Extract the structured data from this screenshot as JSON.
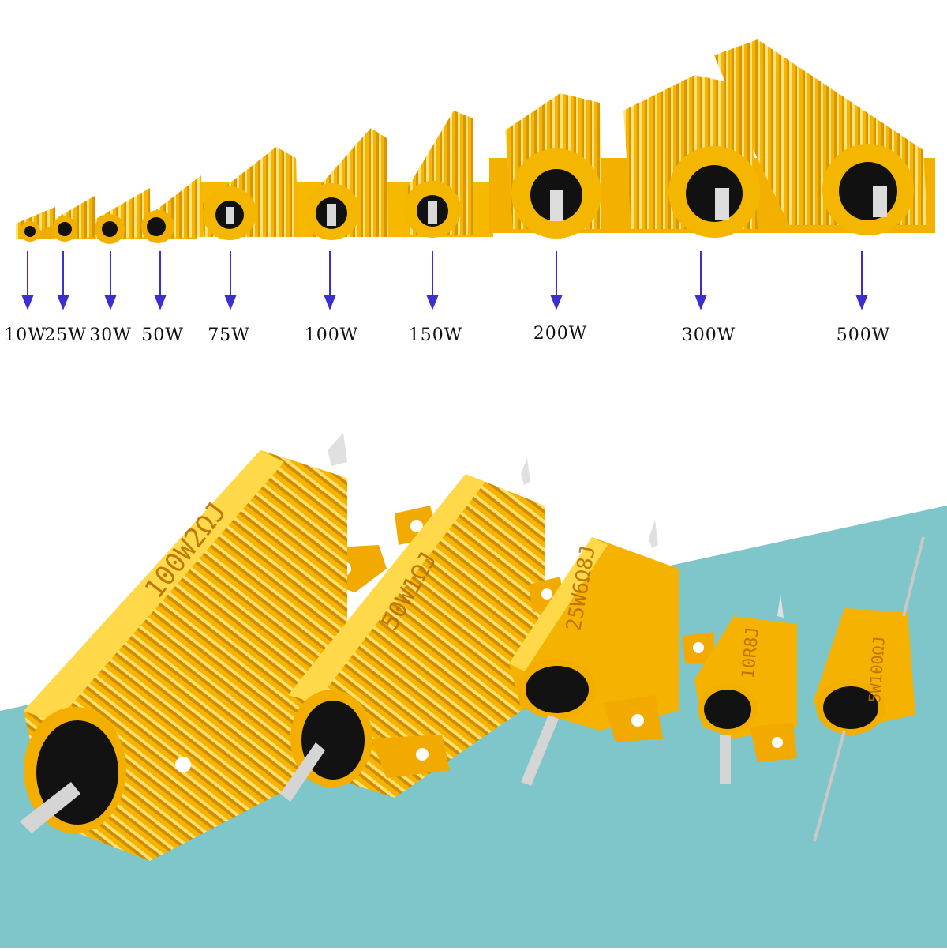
{
  "top_row": {
    "power_ratings": [
      "10W",
      "25W",
      "30W",
      "50W",
      "75W",
      "100W",
      "150W",
      "200W",
      "300W",
      "500W"
    ]
  },
  "bottom_row": {
    "resistor_markings": [
      "100W2ΩJ",
      "50W1ΩJ",
      "25W6Ω8J",
      "10R8J",
      "5W100ΩJ"
    ]
  },
  "colors": {
    "housing_gold": "#f5b800",
    "housing_highlight": "#ffe066",
    "housing_shadow": "#c98600",
    "arrow_blue": "#3a2fd0",
    "background_teal": "#7ec6c9",
    "core_black": "#111111"
  }
}
